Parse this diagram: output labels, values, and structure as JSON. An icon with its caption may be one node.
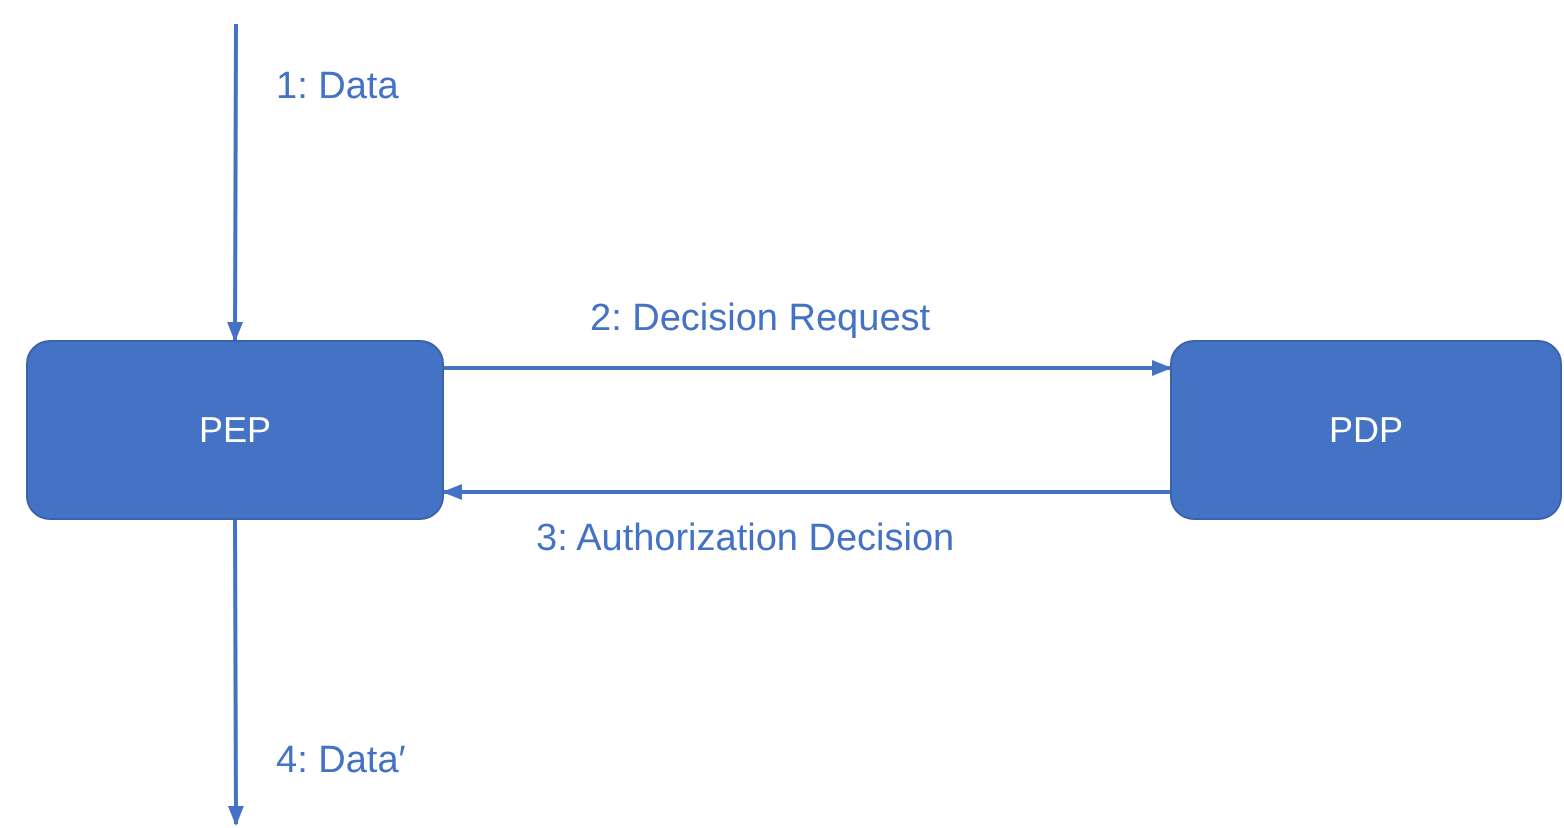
{
  "diagram": {
    "nodes": [
      {
        "text": [
          "PEP"
        ]
      },
      {
        "text": [
          "PDP"
        ]
      }
    ],
    "edges": [
      {
        "from": null,
        "to": 0,
        "arrow": "to",
        "label": "1: Data"
      },
      {
        "from": 0,
        "to": 1,
        "arrow": "to",
        "label": "2: Decision Request"
      },
      {
        "from": 1,
        "to": 0,
        "arrow": "to",
        "label": "3: Authorization Decision"
      },
      {
        "from": 0,
        "to": null,
        "arrow": "to",
        "label": "4: Data′"
      }
    ]
  }
}
